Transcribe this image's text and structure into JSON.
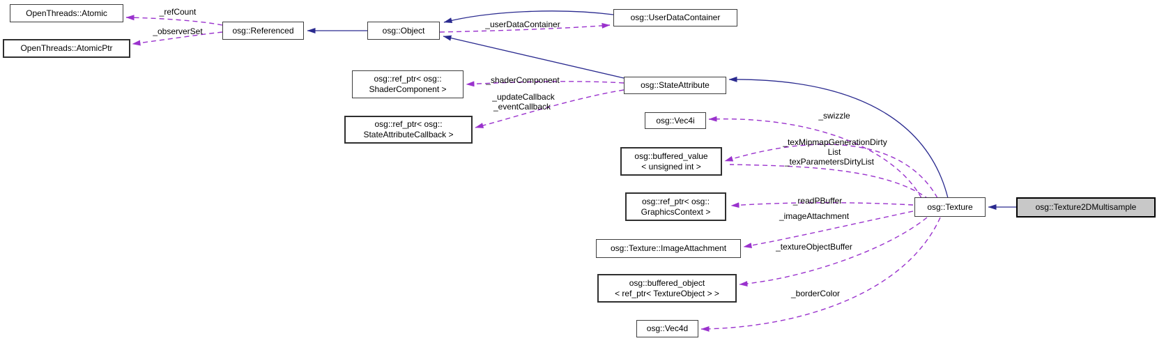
{
  "diagram_type": "class-collaboration-graph",
  "colors": {
    "inheritance_edge": "#2a2a8f",
    "usage_edge": "#9a32cd",
    "node_fill": "#ffffff",
    "node_border": "#3d3d3d",
    "selected_node_fill": "#c8c8c8",
    "text": "#000000"
  },
  "nodes": {
    "atomic": {
      "label": "OpenThreads::Atomic"
    },
    "atomicptr": {
      "label": "OpenThreads::AtomicPtr"
    },
    "referenced": {
      "label": "osg::Referenced"
    },
    "object": {
      "label": "osg::Object"
    },
    "userdatacontainer": {
      "label": "osg::UserDataContainer"
    },
    "refptr_shader": {
      "line1": "osg::ref_ptr< osg::",
      "line2": "ShaderComponent >"
    },
    "refptr_sacb": {
      "line1": "osg::ref_ptr< osg::",
      "line2": "StateAttributeCallback >"
    },
    "stateattribute": {
      "label": "osg::StateAttribute"
    },
    "vec4i": {
      "label": "osg::Vec4i"
    },
    "buffered_value": {
      "line1": "osg::buffered_value",
      "line2": "< unsigned int >"
    },
    "refptr_gc": {
      "line1": "osg::ref_ptr< osg::",
      "line2": "GraphicsContext >"
    },
    "imageattachment": {
      "label": "osg::Texture::ImageAttachment"
    },
    "buffered_object": {
      "line1": "osg::buffered_object",
      "line2": "< ref_ptr< TextureObject > >"
    },
    "vec4d": {
      "label": "osg::Vec4d"
    },
    "texture": {
      "label": "osg::Texture"
    },
    "texture2dmultisample": {
      "label": "osg::Texture2DMultisample"
    }
  },
  "edge_labels": {
    "ref_count": {
      "text": "_refCount"
    },
    "observer_set": {
      "text": "_observerSet"
    },
    "user_data_container": {
      "text": "_userDataContainer"
    },
    "shader_component": {
      "text": "_shaderComponent"
    },
    "update_callback": {
      "text": "_updateCallback"
    },
    "event_callback": {
      "text": "_eventCallback"
    },
    "swizzle": {
      "text": "_swizzle"
    },
    "tex_mipmap_line1": {
      "text": "_texMipmapGenerationDirty"
    },
    "tex_mipmap_line2": {
      "text": "List"
    },
    "tex_parameters": {
      "text": "_texParametersDirtyList"
    },
    "read_pbuffer": {
      "text": "_readPBuffer"
    },
    "image_attachment": {
      "text": "_imageAttachment"
    },
    "texture_object_buffer": {
      "text": "_textureObjectBuffer"
    },
    "border_color": {
      "text": "_borderColor"
    }
  }
}
